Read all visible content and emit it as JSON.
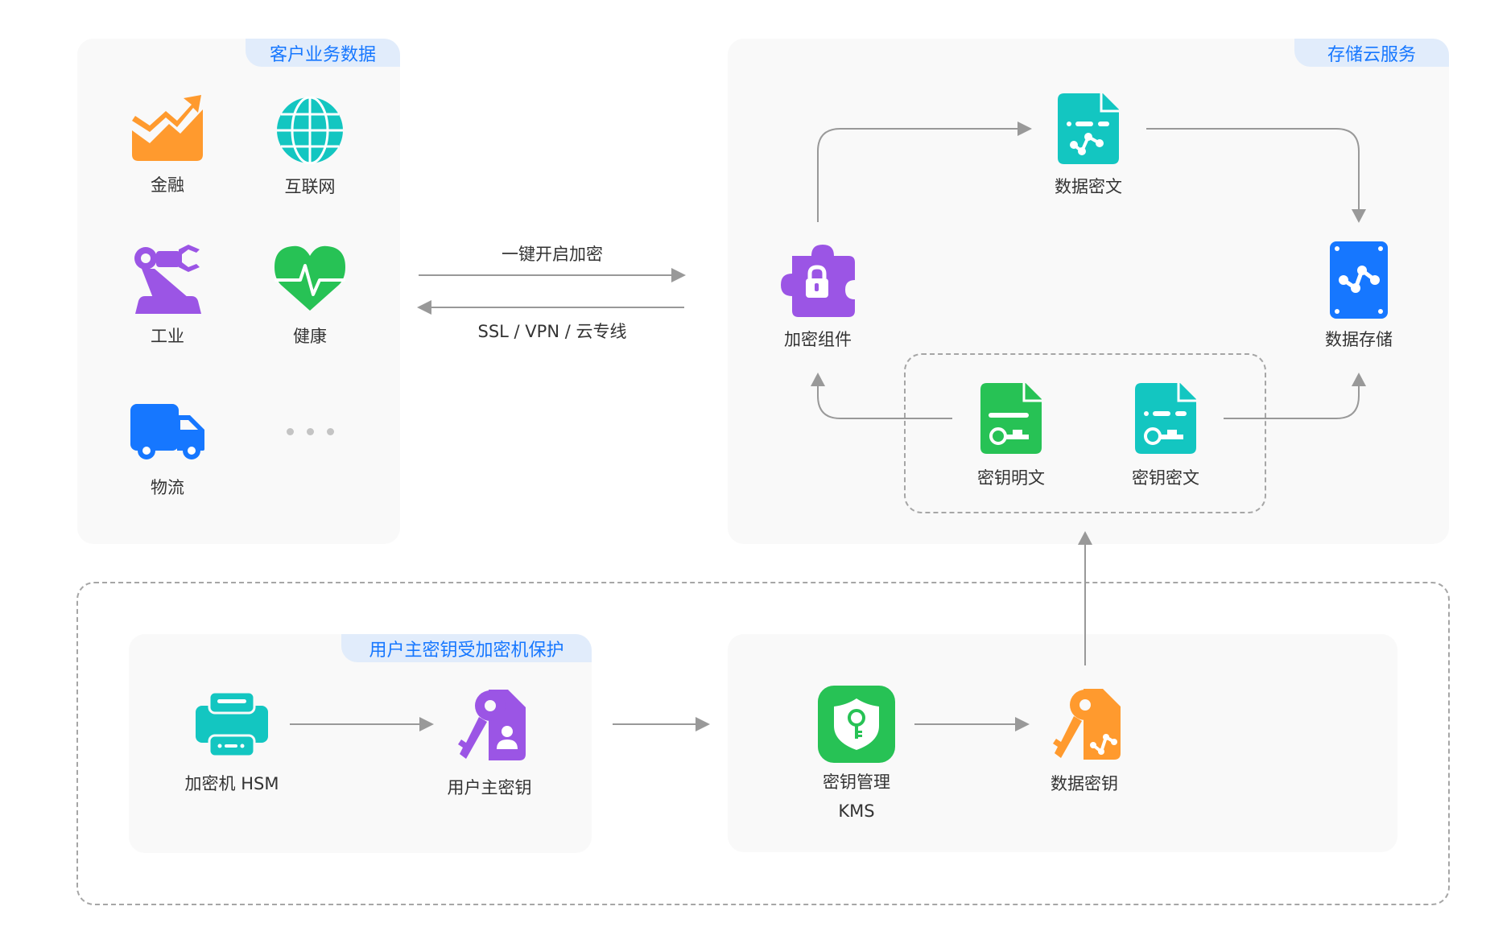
{
  "colors": {
    "accent_blue": "#1677ff",
    "teal": "#13c6c1",
    "green": "#27c255",
    "purple": "#9b55e5",
    "orange": "#ff9a2e",
    "arrow": "#999999",
    "panel_bg": "#f9f9f9",
    "tag_bg": "#e1ecfb"
  },
  "customer_panel": {
    "tag": "客户业务数据",
    "items": [
      {
        "label": "金融",
        "icon": "finance-chart-icon"
      },
      {
        "label": "互联网",
        "icon": "globe-icon"
      },
      {
        "label": "工业",
        "icon": "robot-arm-icon"
      },
      {
        "label": "健康",
        "icon": "heart-pulse-icon"
      },
      {
        "label": "物流",
        "icon": "truck-icon"
      },
      {
        "label": "…",
        "icon": "more-dots-icon"
      }
    ]
  },
  "transport": {
    "top_label": "一键开启加密",
    "bottom_label": "SSL / VPN / 云专线"
  },
  "cloud_panel": {
    "tag": "存储云服务",
    "encrypt_component": "加密组件",
    "data_ciphertext": "数据密文",
    "data_storage": "数据存储",
    "key_plaintext": "密钥明文",
    "key_ciphertext": "密钥密文"
  },
  "hsm_panel": {
    "tag": "用户主密钥受加密机保护",
    "hsm": "加密机 HSM",
    "user_master_key": "用户主密钥"
  },
  "kms_panel": {
    "kms_line1": "密钥管理",
    "kms_line2": "KMS",
    "data_key": "数据密钥"
  }
}
